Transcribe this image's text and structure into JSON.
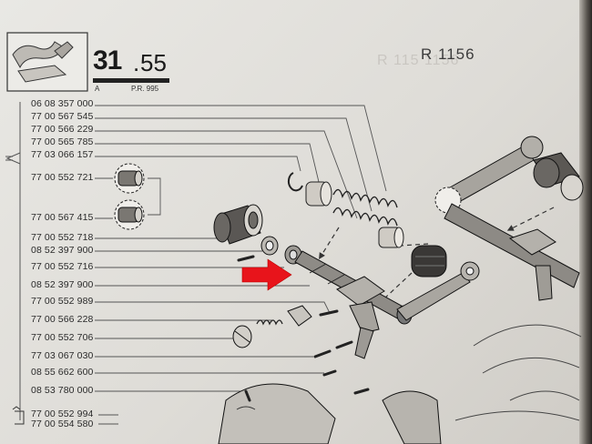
{
  "header": {
    "ref_main": "31",
    "ref_sub": "55",
    "ref_suffix_a": "A",
    "ref_suffix_pr": "P.R. 995",
    "model": "R 1156",
    "ghost_text": "R 115 1156"
  },
  "part_numbers": [
    "06 08 357 000",
    "77 00 567 545",
    "77 00 566 229",
    "77 00 565 785",
    "77 03 066 157",
    "77 00 552 721",
    "77 00 567 415",
    "77 00 552 718",
    "08 52 397 900",
    "77 00 552 716",
    "08 52 397 900",
    "77 00 552 989",
    "77 00 566 228",
    "77 00 552 706",
    "77 03 067 030",
    "08 55 662 600",
    "08 53 780 000",
    "77 00 552 994",
    "77 00 554 580"
  ],
  "colors": {
    "paper": "#e4e2dd",
    "ink": "#2a2a2a",
    "arrow": "#e8141b"
  },
  "icons": {
    "arrow": "red-arrow-icon",
    "thumbnail": "gear-fork-thumbnail-icon"
  }
}
